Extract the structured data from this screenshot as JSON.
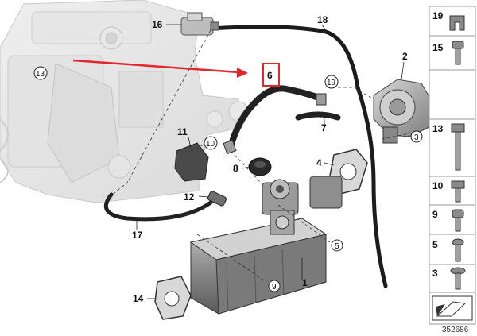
{
  "diagram": {
    "labels": {
      "l1": "1",
      "l2": "2",
      "l4": "4",
      "l6": "6",
      "l7": "7",
      "l8": "8",
      "l11": "11",
      "l12": "12",
      "l14": "14",
      "l16": "16",
      "l17": "17",
      "l18": "18"
    },
    "circled": {
      "c3": "3",
      "c5": "5",
      "c9": "9",
      "c10": "10",
      "c13": "13",
      "c19": "19"
    },
    "highlight_color": "#e3262d",
    "sidebar": {
      "items": [
        {
          "num": "19",
          "icon": "clip-icon"
        },
        {
          "num": "15",
          "icon": "screw-icon"
        },
        {
          "num": "13",
          "icon": "long-bolt-icon"
        },
        {
          "num": "10",
          "icon": "hex-bolt-icon"
        },
        {
          "num": "9",
          "icon": "socket-bolt-icon"
        },
        {
          "num": "5",
          "icon": "torx-bolt-icon"
        },
        {
          "num": "3",
          "icon": "flange-bolt-icon"
        }
      ]
    },
    "reference_number": "352686"
  }
}
